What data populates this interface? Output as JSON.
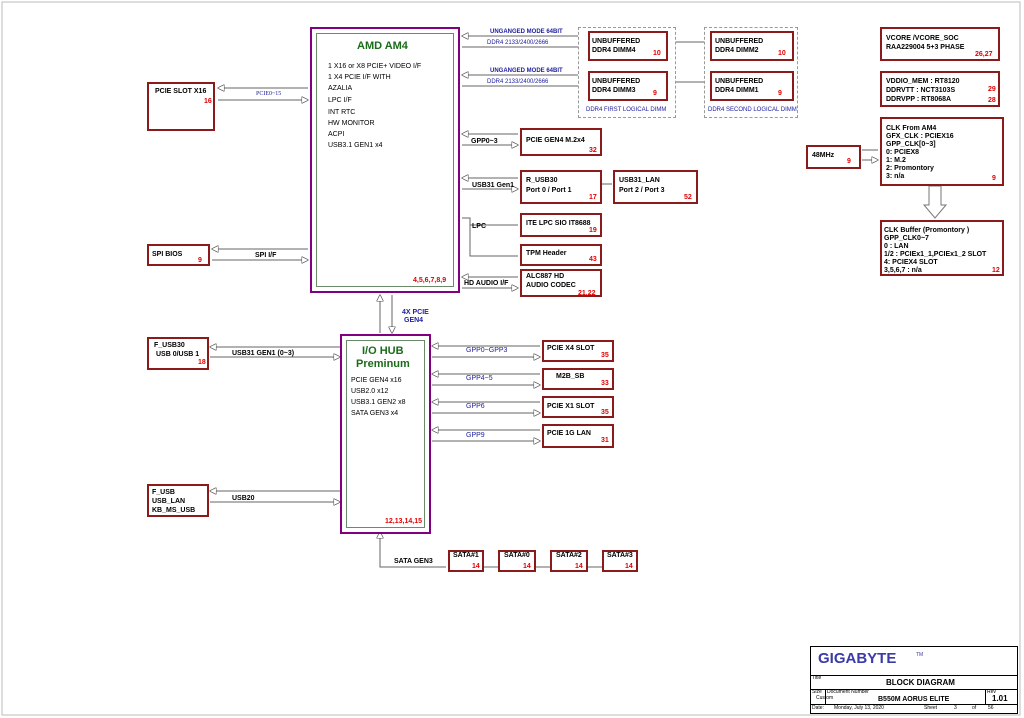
{
  "cpu": {
    "title": "AMD AM4",
    "lines": [
      "1 X16 or X8 PCIE+ VIDEO I/F",
      "1 X4 PCIE I/F WITH",
      "AZALIA",
      "LPC I/F",
      "INT RTC",
      "HW MONITOR",
      "ACPI",
      "USB3.1 GEN1   x4"
    ],
    "pages": "4,5,6,7,8,9"
  },
  "hub": {
    "title1": "I/O HUB",
    "title2": "Preminum",
    "lines": [
      "PCIE GEN4  x16",
      "USB2.0  x12",
      "USB3.1 GEN2 x8",
      "SATA GEN3 x4"
    ],
    "pages": "12,13,14,15"
  },
  "pcie_slot_x16": {
    "label": "PCIE SLOT X16",
    "page": "16"
  },
  "spi_bios": {
    "label": "SPI BIOS",
    "page": "9"
  },
  "f_usb30": {
    "line1": "F_USB30",
    "line2": "USB 0/USB 1",
    "page": "18"
  },
  "f_usb": {
    "line1": "F_USB",
    "line2": "USB_LAN",
    "line3": "KB_MS_USB"
  },
  "dimm": {
    "m_a1": "UNBUFFERED",
    "m_a2": "DDR4 DIMM4",
    "p_a": "10",
    "m_b1": "UNBUFFERED",
    "m_b2": "DDR4 DIMM2",
    "p_b": "10",
    "m_c1": "UNBUFFERED",
    "m_c2": "DDR4 DIMM3",
    "p_c": "9",
    "m_d1": "UNBUFFERED",
    "m_d2": "DDR4 DIMM1",
    "p_d": "9",
    "group1": "DDR4 FIRST LOGICAL DIMM",
    "group2": "DDR4 SECOND LOGICAL DIMM"
  },
  "m2": {
    "label": "PCIE GEN4  M.2x4",
    "page": "32"
  },
  "r_usb30": {
    "line1": "R_USB30",
    "line2": "Port 0 / Port 1",
    "page": "17"
  },
  "usb31_lan": {
    "line1": "USB31_LAN",
    "line2": "Port 2 / Port 3",
    "page": "52"
  },
  "ite": {
    "label": "ITE LPC SIO IT8688",
    "page": "19"
  },
  "tpm": {
    "label": "TPM Header",
    "page": "43"
  },
  "audio": {
    "line1": "ALC887 HD",
    "line2": "AUDIO CODEC",
    "page": "21,22"
  },
  "vcore": {
    "line1": "VCORE /VCORE_SOC",
    "line2": "RAA229004  5+3 PHASE",
    "page": "26,27"
  },
  "vddio": {
    "l1": "VDDIO_MEM : RT8120",
    "l2": "DDRVTT : NCT3103S",
    "l3": "DDRVPP : RT8068A",
    "p1": "29",
    "p2": "28"
  },
  "clk": {
    "lines": [
      "CLK From AM4",
      "GFX_CLK :  PCIEX16",
      "GPP_CLK[0~3]",
      "0:  PCIEX8",
      "1:  M.2",
      "2:  Promontory",
      "3:  n/a"
    ],
    "page": "9"
  },
  "mhz": {
    "label": "48MHz",
    "page": "9"
  },
  "clkbuf": {
    "lines": [
      "CLK Buffer (Promontory )",
      "GPP_CLK0~7",
      "0 : LAN",
      "1/2 : PCIEx1_1,PCIEx1_2  SLOT",
      "4:  PCIEX4 SLOT",
      "3,5,6,7 : n/a"
    ],
    "page": "12"
  },
  "slot_x4": {
    "label": "PCIE X4 SLOT",
    "page": "35"
  },
  "m2b": {
    "label": "M2B_SB",
    "page": "33"
  },
  "slot_x1": {
    "label": "PCIE X1 SLOT",
    "page": "35"
  },
  "lan": {
    "label": "PCIE 1G LAN",
    "page": "31"
  },
  "sata": [
    {
      "label": "SATA#1",
      "page": "14"
    },
    {
      "label": "SATA#0",
      "page": "14"
    },
    {
      "label": "SATA#2",
      "page": "14"
    },
    {
      "label": "SATA#3",
      "page": "14"
    }
  ],
  "bus": {
    "unganged": "UNGANGED MODE 64BIT",
    "ddr_speed": "DDR4 2133/2400/2666",
    "pciex": "PCIE0~15",
    "spi": "SPI I/F",
    "gpp03": "GPP0~3",
    "usb31gen1": "USB31 Gen1",
    "lpc": "LPC",
    "hdaudio": "HD AUDIO I/F",
    "x4pcie1": "4X PCIE",
    "x4pcie2": "GEN4",
    "usb31gen1_03": "USB31 GEN1 (0~3)",
    "usb20": "USB20",
    "gpp0_gpp3": "GPP0~GPP3",
    "gpp4_5": "GPP4~5",
    "gpp6": "GPP6",
    "gpp9": "GPP9",
    "sata_gen3": "SATA GEN3"
  },
  "titleblock": {
    "logo": "GIGABYTE",
    "tm": "TM",
    "title_lbl": "Title",
    "title": "BLOCK DIAGRAM",
    "size_lbl": "Size",
    "size": "Custom",
    "docnum_lbl": "Document Number",
    "docnum": "B550M AORUS ELITE",
    "rev_lbl": "Rev",
    "rev": "1.01",
    "date_lbl": "Date:",
    "date": "Monday, July 13, 2020",
    "sheet_lbl": "Sheet",
    "sheet": "3",
    "of_lbl": "of",
    "of": "56"
  },
  "colors": {
    "border": "#8b1a1a",
    "cpu_border": "#800080",
    "page_num": "#e00000",
    "blue_text": "#2020a0",
    "title_green": "#1a6b1a",
    "logo": "#3a3aa8"
  }
}
